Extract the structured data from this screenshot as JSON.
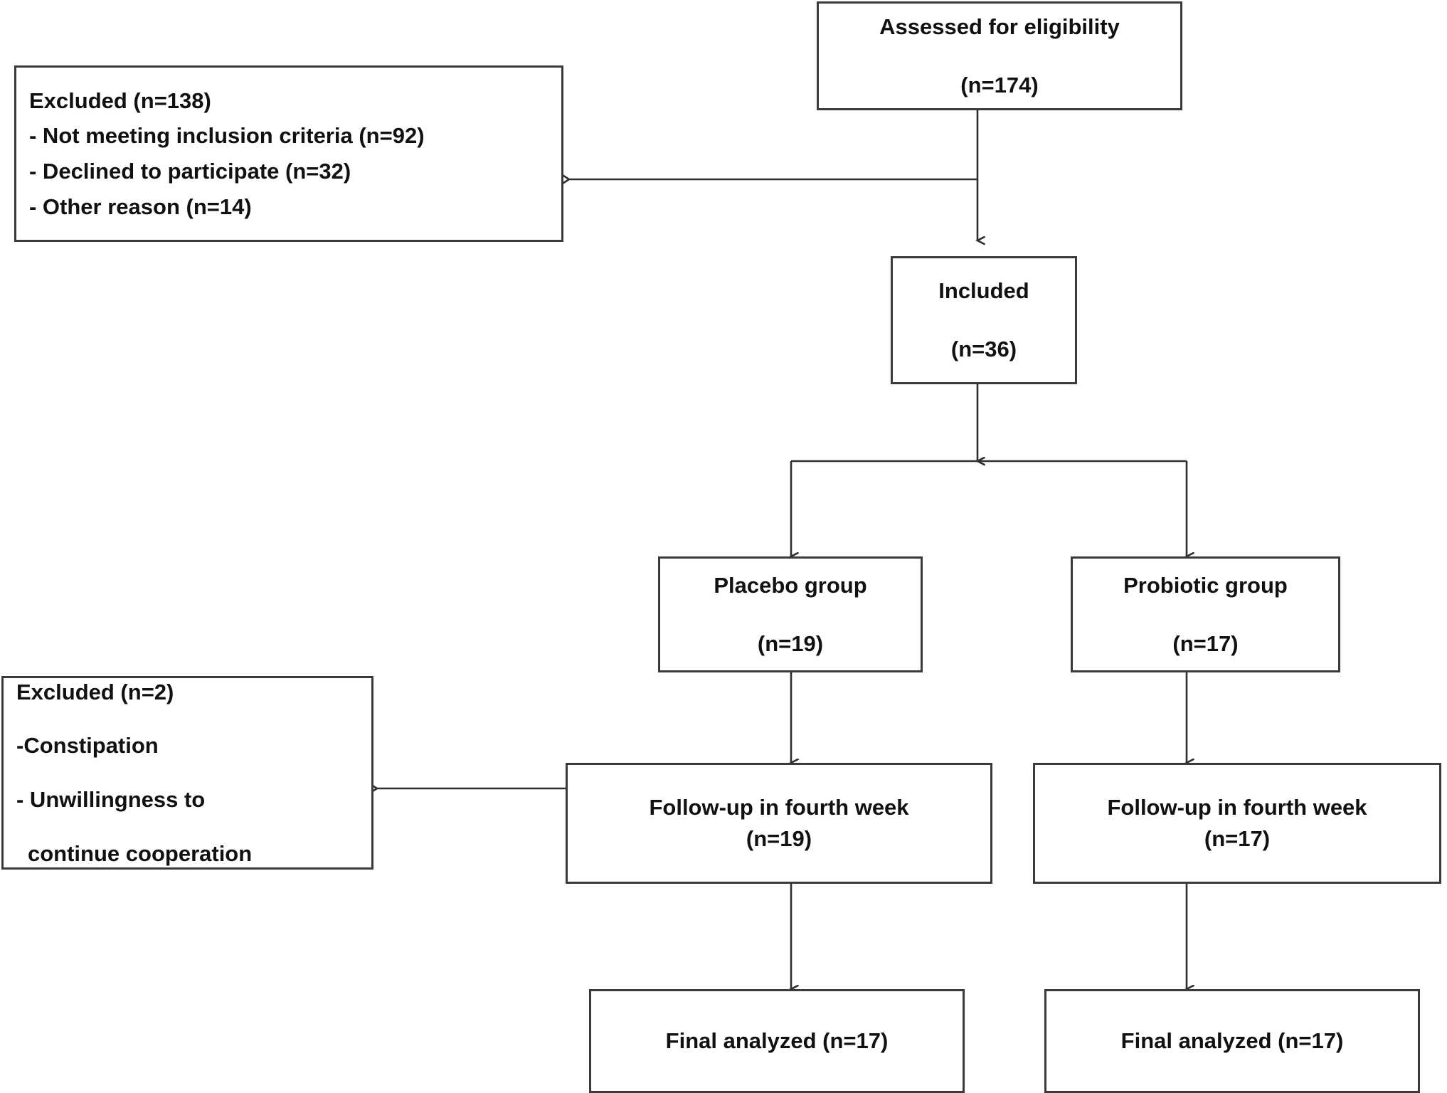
{
  "diagram": {
    "title": "CONSORT participant flow diagram",
    "stroke_color": "#3a3a3a",
    "text_color": "#111111",
    "background": "#ffffff"
  },
  "nodes": {
    "assessed": {
      "title": "Assessed for eligibility",
      "count": "(n=174)"
    },
    "excluded_screening": {
      "heading": "Excluded (n=138)",
      "reason1": "- Not meeting inclusion criteria (n=92)",
      "reason2": "- Declined to participate (n=32)",
      "reason3": "- Other reason (n=14)"
    },
    "included": {
      "title": "Included",
      "count": "(n=36)"
    },
    "placebo_group": {
      "title": "Placebo group",
      "count": "(n=19)"
    },
    "probiotic_group": {
      "title": "Probiotic group",
      "count": "(n=17)"
    },
    "excluded_followup": {
      "heading": "Excluded (n=2)",
      "reason1": "-Constipation",
      "reason2": "- Unwillingness to",
      "reason2_cont": "continue cooperation"
    },
    "followup_placebo": {
      "title": "Follow-up in fourth week",
      "count": "(n=19)"
    },
    "followup_probiotic": {
      "title": "Follow-up in fourth week",
      "count": "(n=17)"
    },
    "final_placebo": {
      "label": "Final analyzed (n=17)"
    },
    "final_probiotic": {
      "label": "Final analyzed (n=17)"
    }
  },
  "flow_data": {
    "type": "flowchart",
    "assessed_for_eligibility": 174,
    "excluded_total": 138,
    "excluded_not_meeting_inclusion_criteria": 92,
    "excluded_declined_to_participate": 32,
    "excluded_other_reason": 14,
    "included": 36,
    "placebo_allocated": 19,
    "probiotic_allocated": 17,
    "excluded_during_followup": 2,
    "followup_placebo": 19,
    "followup_probiotic": 17,
    "final_analyzed_placebo": 17,
    "final_analyzed_probiotic": 17
  }
}
